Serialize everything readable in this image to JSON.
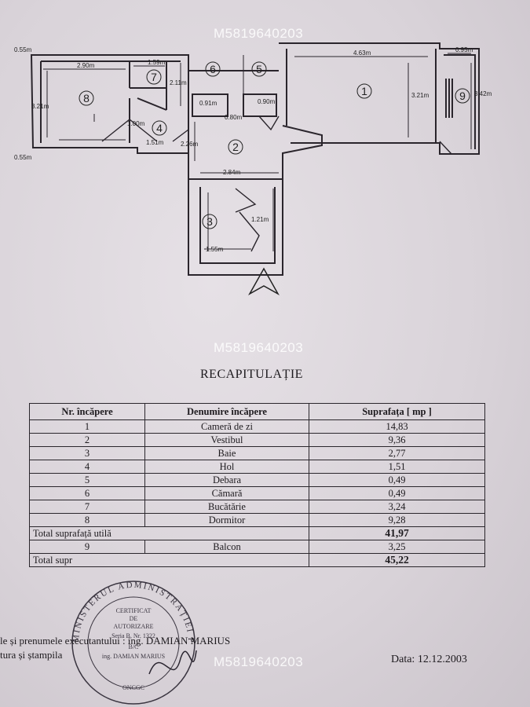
{
  "watermark": "M5819640203",
  "plan": {
    "room_labels": [
      "1",
      "2",
      "3",
      "4",
      "5",
      "6",
      "7",
      "8",
      "9"
    ],
    "dimensions": {
      "d290": "2.90m",
      "d159": "1.59m",
      "d463": "4.63m",
      "d095": "0.95m",
      "d321a": "3.21m",
      "d211": "2.11m",
      "d321b": "3.21m",
      "d342": "3.42m",
      "d151": "1.51m",
      "d100": "1.00m",
      "d091": "0.91m",
      "d090": "0.90m",
      "d080": "0.80m",
      "d226": "2.26m",
      "d284": "2.84m",
      "d121": "1.21m",
      "d155": "1.55m",
      "d055a": "0.55m",
      "d055b": "0.55m"
    }
  },
  "recap": {
    "title": "RECAPITULAȚIE",
    "headers": [
      "Nr. încăpere",
      "Denumire încăpere",
      "Suprafața  [ mp ]"
    ],
    "rows": [
      [
        "1",
        "Cameră de zi",
        "14,83"
      ],
      [
        "2",
        "Vestibul",
        "9,36"
      ],
      [
        "3",
        "Baie",
        "2,77"
      ],
      [
        "4",
        "Hol",
        "1,51"
      ],
      [
        "5",
        "Debara",
        "0,49"
      ],
      [
        "6",
        "Cămară",
        "0,49"
      ],
      [
        "7",
        "Bucătărie",
        "3,24"
      ],
      [
        "8",
        "Dormitor",
        "9,28"
      ]
    ],
    "total_util_label": "Total  suprafață utilă",
    "total_util_value": "41,97",
    "balcon_nr": "9",
    "balcon_name": "Balcon",
    "balcon_value": "3,25",
    "total_label": "Total  supr",
    "total_value": "45,22"
  },
  "footer": {
    "line1": "le și prenumele executantului : ing. DAMIAN MARIUS",
    "line2": "tura și ștampila",
    "date": "Data: 12.12.2003"
  },
  "stamp": {
    "ring_text": "MINISTERUL ADMINISTRAȚIEI PUBLICE",
    "center1": "CERTIFICAT",
    "center2": "DE",
    "center3": "AUTORIZARE",
    "center4": "Seria B, Nr. 1322",
    "center5": "B/C",
    "center6": "ing. DAMIAN MARIUS",
    "bottom": "ONCGC"
  },
  "colors": {
    "paper": "#dcd6dc",
    "ink": "#1d1a1e"
  }
}
